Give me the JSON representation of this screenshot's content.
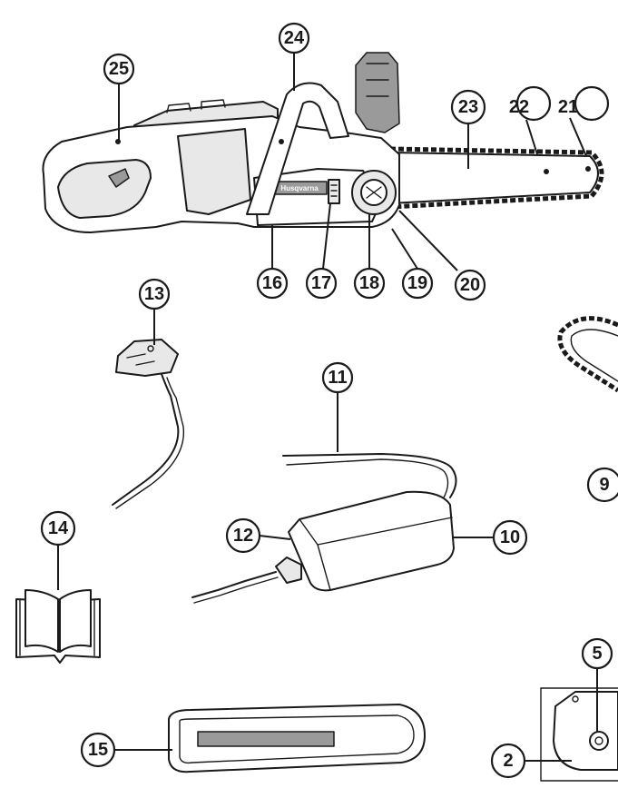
{
  "brand_logo_text": "Husqvarna",
  "callouts": [
    {
      "id": "c25",
      "label": "25"
    },
    {
      "id": "c24",
      "label": "24"
    },
    {
      "id": "c23",
      "label": "23"
    },
    {
      "id": "c22",
      "label": "22"
    },
    {
      "id": "c21",
      "label": "21"
    },
    {
      "id": "c16",
      "label": "16"
    },
    {
      "id": "c17",
      "label": "17"
    },
    {
      "id": "c18",
      "label": "18"
    },
    {
      "id": "c19",
      "label": "19"
    },
    {
      "id": "c20",
      "label": "20"
    },
    {
      "id": "c13",
      "label": "13"
    },
    {
      "id": "c11",
      "label": "11"
    },
    {
      "id": "c12",
      "label": "12"
    },
    {
      "id": "c10",
      "label": "10"
    },
    {
      "id": "c14",
      "label": "14"
    },
    {
      "id": "c9",
      "label": "9"
    },
    {
      "id": "c5",
      "label": "5"
    },
    {
      "id": "c15",
      "label": "15"
    },
    {
      "id": "c2",
      "label": "2"
    }
  ]
}
